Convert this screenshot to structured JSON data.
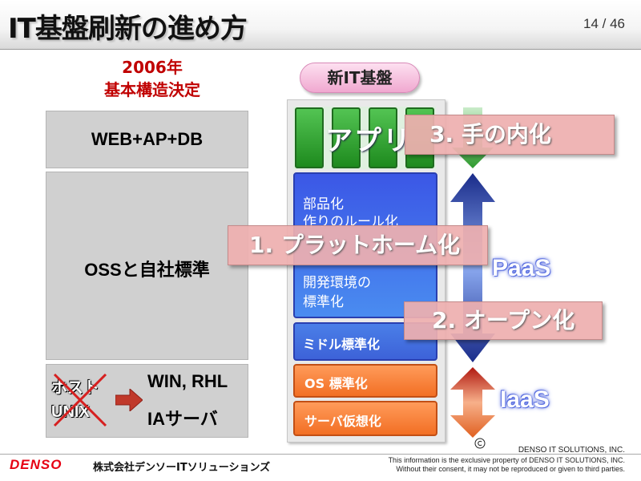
{
  "header": {
    "title": "IT基盤刷新の進め方",
    "page": "14 / 46"
  },
  "left": {
    "year": "2006年",
    "subtitle": "基本構造決定",
    "box1": "WEB+AP+DB",
    "box2": "OSSと自社標準",
    "legacy_top": "ホスト",
    "legacy_bottom": "UNIX",
    "new_top": "WIN, RHL",
    "new_bottom": "IAサーバ"
  },
  "stack": {
    "pill": "新IT基盤",
    "app": "アプリ",
    "blue_line1": "部品化",
    "blue_line2": "作りのルール化",
    "blue_line3": "開発環境の",
    "blue_line4": "標準化",
    "middleware": "ミドル標準化",
    "os": "OS 標準化",
    "server": "サーバ仮想化"
  },
  "side_labels": {
    "paas": "PaaS",
    "iaas": "IaaS"
  },
  "banners": {
    "b3": "3. 手の内化",
    "b1": "1. プラットホーム化",
    "b2": "2. オープン化"
  },
  "footer": {
    "brand": "DENSO",
    "company": "株式会社デンソーITソリューションズ",
    "copyright": "DENSO IT SOLUTIONS, INC.",
    "notice1": "This information is the exclusive property of DENSO IT SOLUTIONS, INC.",
    "notice2": "Without their consent, it may not be reproduced or given to third parties."
  },
  "colors": {
    "accent_red": "#c00000",
    "banner_pink": "#eeafaf",
    "platform_blue": "#3b57e6",
    "infra_orange": "#f26f24",
    "app_green": "#1e8a1e"
  }
}
